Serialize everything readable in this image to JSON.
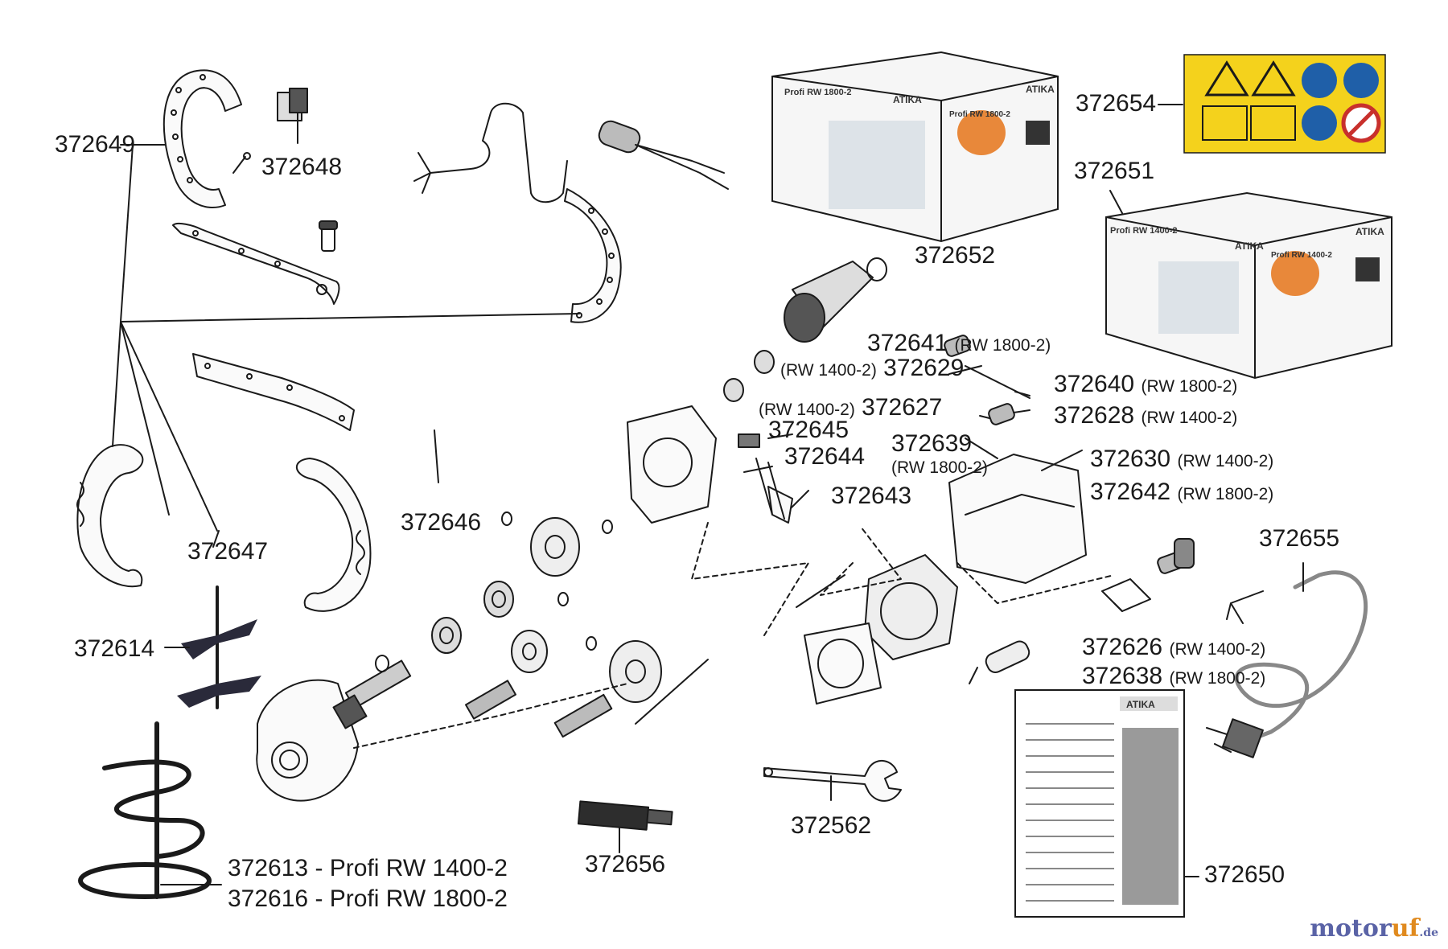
{
  "labels": {
    "p372649": "372649",
    "p372648": "372648",
    "p372652": "372652",
    "p372654": "372654",
    "p372651": "372651",
    "p372641": "372641",
    "p372641_variant": "(RW 1800-2)",
    "p372629_variant_left": "(RW 1400-2)",
    "p372629": "372629",
    "p372640": "372640",
    "p372640_variant": "(RW 1800-2)",
    "p372627_variant_left": "(RW 1400-2)",
    "p372627": "372627",
    "p372628": "372628",
    "p372628_variant": "(RW 1400-2)",
    "p372645": "372645",
    "p372644": "372644",
    "p372639": "372639",
    "p372639_variant": "(RW 1800-2)",
    "p372630": "372630",
    "p372630_variant": "(RW 1400-2)",
    "p372642": "372642",
    "p372642_variant": "(RW 1800-2)",
    "p372643": "372643",
    "p372646": "372646",
    "p372647": "372647",
    "p372655": "372655",
    "p372614": "372614",
    "p372626": "372626",
    "p372626_variant": "(RW 1400-2)",
    "p372638": "372638",
    "p372638_variant": "(RW 1800-2)",
    "p372562": "372562",
    "p372650": "372650",
    "p372656": "372656",
    "p372613": "372613 - Profi RW 1400-2",
    "p372616": "372616 - Profi RW 1800-2"
  },
  "packaging": {
    "box_1800_title": "Profi RW 1800-2",
    "box_1400_title": "Profi RW 1400-2",
    "brand": "ATIKA",
    "manual_brand": "ATIKA"
  },
  "watermark": {
    "part1": "motor",
    "part2": "uf",
    "part3": ".de"
  },
  "colors": {
    "line": "#1a1a1a",
    "label_yellow": "#f4d21c",
    "safety_blue": "#1f5fa8",
    "prohibit_red": "#c8302c",
    "paddle_dark": "#2a2a3a"
  }
}
